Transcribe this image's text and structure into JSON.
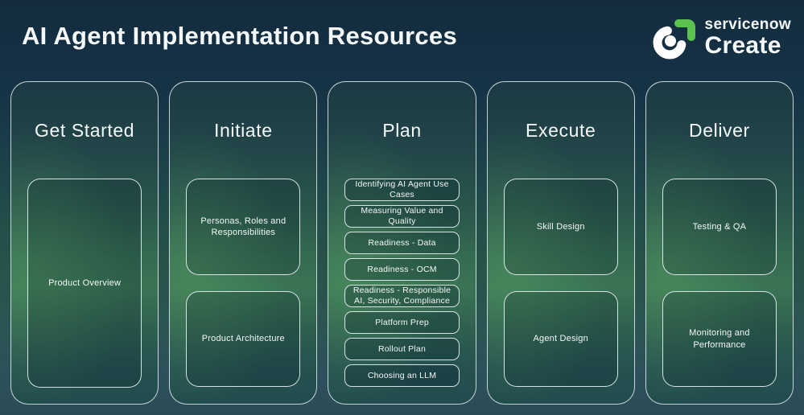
{
  "header": {
    "title": "AI Agent Implementation Resources",
    "logo": {
      "brand": "servicenow",
      "product": "Create",
      "icon": "servicenow-create-logo",
      "accent_green": "#5ac34e"
    }
  },
  "colors": {
    "background_navy": "#142c3e",
    "column_green_mid": "#3a7454",
    "column_teal_top": "#1c3943",
    "bottom_teal": "#2d515a",
    "border_light": "#e4f0f1",
    "text": "#f3f8f8",
    "accent_green": "#5ac34e"
  },
  "columns": [
    {
      "title": "Get Started",
      "items": [
        "Product Overview"
      ]
    },
    {
      "title": "Initiate",
      "items": [
        "Personas, Roles and Responsibilities",
        "Product Architecture"
      ]
    },
    {
      "title": "Plan",
      "items": [
        "Identifying AI Agent Use Cases",
        "Measuring Value and Quality",
        "Readiness - Data",
        "Readiness - OCM",
        "Readiness - Responsible AI, Security, Compliance",
        "Platform Prep",
        "Rollout Plan",
        "Choosing an LLM"
      ]
    },
    {
      "title": "Execute",
      "items": [
        "Skill Design",
        "Agent Design"
      ]
    },
    {
      "title": "Deliver",
      "items": [
        "Testing & QA",
        "Monitoring and Performance"
      ]
    }
  ]
}
